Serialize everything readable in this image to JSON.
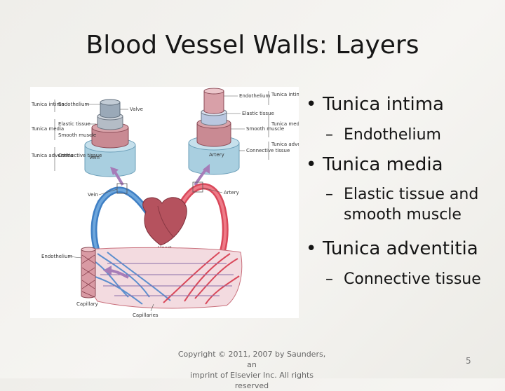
{
  "slide": {
    "title": "Blood Vessel Walls: Layers",
    "page_number": "5",
    "copyright": {
      "line1": "Copyright © 2011, 2007 by Saunders, an",
      "line2": "imprint of Elsevier Inc. All rights reserved"
    }
  },
  "bullets": [
    {
      "text": "Tunica intima",
      "sub": [
        "Endothelium"
      ]
    },
    {
      "text": "Tunica media",
      "sub_lines": [
        "Elastic tissue and",
        "smooth muscle"
      ]
    },
    {
      "text": "Tunica adventitia",
      "sub": [
        "Connective tissue"
      ]
    }
  ],
  "figure": {
    "labels": {
      "tunica_intima_left": "Tunica intima",
      "endothelium_left": "Endothelium",
      "valve": "Valve",
      "tunica_media_left": "Tunica media",
      "elastic_tissue_left": "Elastic tissue",
      "smooth_muscle_left": "Smooth muscle",
      "tunica_adventitia_left": "Tunica adventitia",
      "connective_tissue_left": "Connective tissue",
      "vein": "Vein",
      "endothelium_right": "Endothelium",
      "tunica_intima_right": "Tunica intima",
      "elastic_tissue_right": "Elastic tissue",
      "smooth_muscle_right": "Smooth muscle",
      "tunica_media_right": "Tunica media",
      "connective_tissue_right": "Connective tissue",
      "tunica_adventitia_right": "Tunica adventitia",
      "artery": "Artery",
      "vein_label": "Vein",
      "artery_label": "Artery",
      "heart": "Heart",
      "endothelium_capillary": "Endothelium",
      "capillary": "Capillary",
      "capillaries": "Capillaries"
    },
    "colors": {
      "vein_blue": "#3f7fc4",
      "artery_red": "#d9485a",
      "heart": "#b5525e",
      "sheath_blue": "#a9cfe0",
      "muscle_pink": "#d8949e"
    }
  }
}
